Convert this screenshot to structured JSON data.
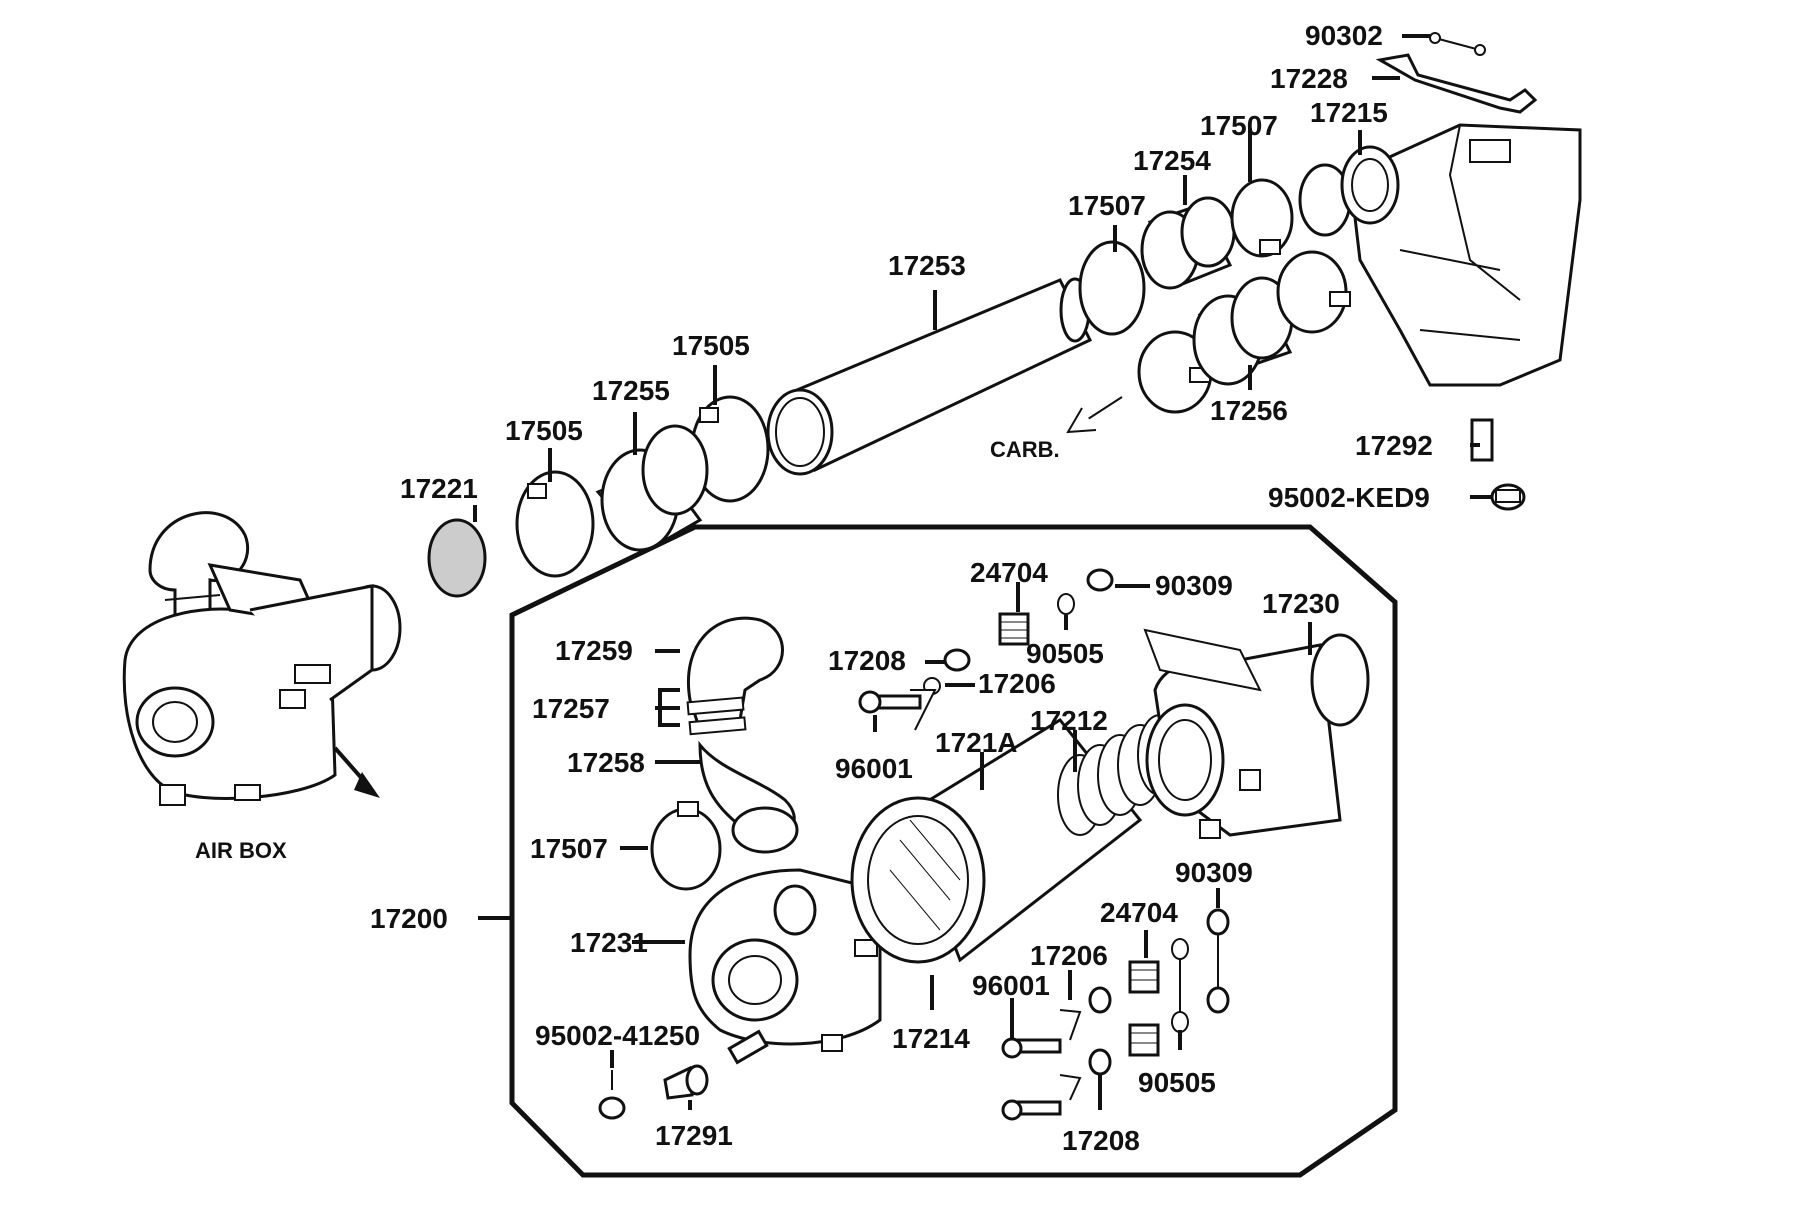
{
  "diagram": {
    "part_labels": {
      "p90302": "90302",
      "p17228": "17228",
      "p17215": "17215",
      "p17507_a": "17507",
      "p17254": "17254",
      "p17507_b": "17507",
      "p17253": "17253",
      "p17505_a": "17505",
      "p17255": "17255",
      "p17505_b": "17505",
      "p17221": "17221",
      "p17256": "17256",
      "p17292": "17292",
      "p95002_ked9": "95002-KED9",
      "p24704_a": "24704",
      "p90309_a": "90309",
      "p17230": "17230",
      "p90505_a": "90505",
      "p17208_a": "17208",
      "p17206_a": "17206",
      "p17259": "17259",
      "p17257": "17257",
      "p17258": "17258",
      "p96001_a": "96001",
      "p1721a": "1721A",
      "p17212": "17212",
      "p17507_c": "17507",
      "p17200": "17200",
      "p17231": "17231",
      "p90309_b": "90309",
      "p24704_b": "24704",
      "p17206_b": "17206",
      "p96001_b": "96001",
      "p17214": "17214",
      "p95002_41250": "95002-41250",
      "p90505_b": "90505",
      "p17291": "17291",
      "p17208_b": "17208"
    },
    "captions": {
      "carb": "CARB.",
      "air_box": "AIR BOX"
    }
  }
}
